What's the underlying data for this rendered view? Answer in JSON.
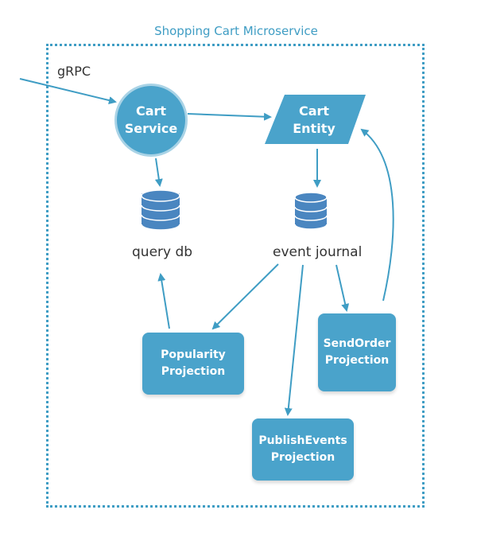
{
  "title": "Shopping Cart Microservice",
  "nodes": {
    "cart_service": {
      "line1": "Cart",
      "line2": "Service"
    },
    "cart_entity": {
      "line1": "Cart",
      "line2": "Entity"
    },
    "query_db": {
      "label": "query db"
    },
    "event_journal": {
      "label": "event journal"
    },
    "popularity_projection": {
      "line1": "Popularity",
      "line2": "Projection"
    },
    "sendorder_projection": {
      "line1": "SendOrder",
      "line2": "Projection"
    },
    "publishevents_projection": {
      "line1": "PublishEvents",
      "line2": "Projection"
    }
  },
  "edge_labels": {
    "grpc": "gRPC"
  },
  "colors": {
    "accent": "#3f9dc4",
    "node_fill": "#4aa3cb",
    "database_fill": "#4a86c0"
  }
}
